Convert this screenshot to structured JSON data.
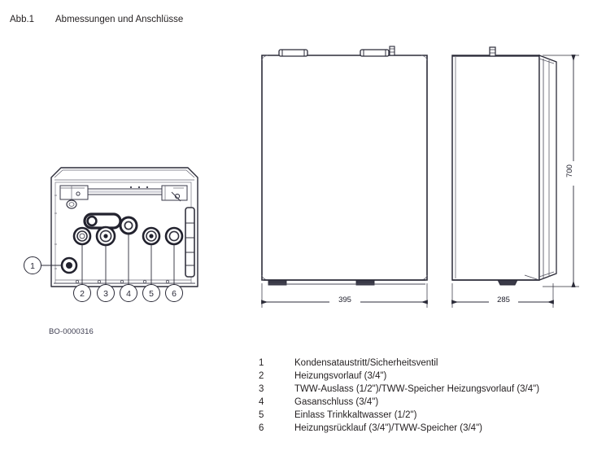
{
  "figure": {
    "number": "Abb.1",
    "title": "Abmessungen und Anschlüsse",
    "drawing_code": "BO-0000316"
  },
  "dimensions": {
    "front_width": "395",
    "side_depth": "285",
    "height": "700"
  },
  "callouts": [
    {
      "id": "1",
      "label": "1"
    },
    {
      "id": "2",
      "label": "2"
    },
    {
      "id": "3",
      "label": "3"
    },
    {
      "id": "4",
      "label": "4"
    },
    {
      "id": "5",
      "label": "5"
    },
    {
      "id": "6",
      "label": "6"
    }
  ],
  "legend": [
    {
      "num": "1",
      "text": "Kondensataustritt/Sicherheitsventil"
    },
    {
      "num": "2",
      "text": "Heizungsvorlauf (3/4\")"
    },
    {
      "num": "3",
      "text": "TWW-Auslass (1/2\")/TWW-Speicher Heizungsvorlauf (3/4\")"
    },
    {
      "num": "4",
      "text": "Gasanschluss (3/4\")"
    },
    {
      "num": "5",
      "text": "Einlass Trinkkaltwasser (1/2\")"
    },
    {
      "num": "6",
      "text": "Heizungsrücklauf (3/4\")/TWW-Speicher (3/4\")"
    }
  ],
  "colors": {
    "line": "#2b2b38",
    "line_light": "#5a5a66",
    "text": "#231f20",
    "background": "#ffffff"
  }
}
